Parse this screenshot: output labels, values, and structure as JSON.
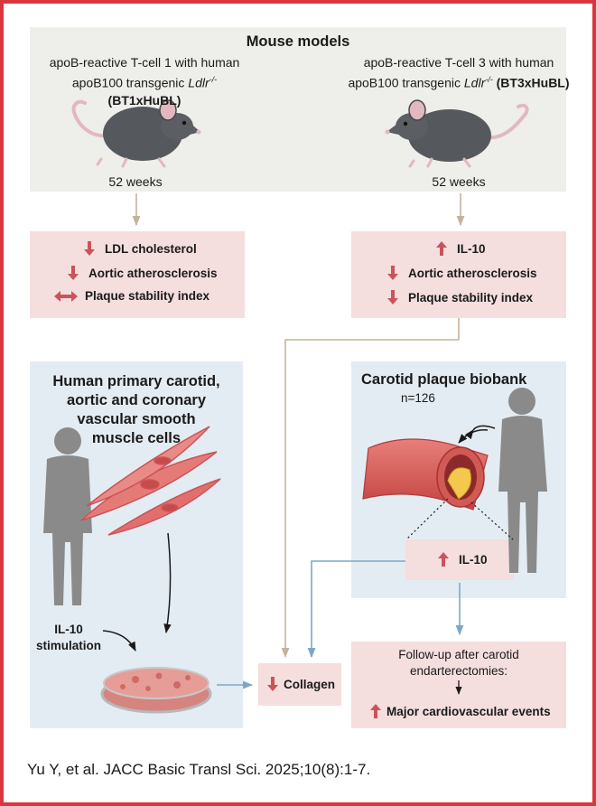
{
  "mouse_models": {
    "title": "Mouse models",
    "left": {
      "line1": "apoB-reactive T-cell 1 with human",
      "line2_prefix": "apoB100 transgenic ",
      "line2_gene": "Ldlr",
      "line2_sup": "-/-",
      "line2_code": "(BT1xHuBL)",
      "duration": "52 weeks",
      "results": [
        {
          "direction": "down",
          "label": "LDL cholesterol"
        },
        {
          "direction": "down",
          "label": "Aortic atherosclerosis"
        },
        {
          "direction": "both",
          "label": "Plaque stability index"
        }
      ]
    },
    "right": {
      "line1": "apoB-reactive T-cell 3 with human",
      "line2_prefix": "apoB100 transgenic ",
      "line2_gene": "Ldlr",
      "line2_sup": "-/-",
      "line2_code": "(BT3xHuBL)",
      "duration": "52 weeks",
      "results": [
        {
          "direction": "up",
          "label": "IL-10"
        },
        {
          "direction": "down",
          "label": "Aortic atherosclerosis"
        },
        {
          "direction": "down",
          "label": "Plaque stability index"
        }
      ]
    }
  },
  "human_cells": {
    "title_lines": [
      "Human primary carotid,",
      "aortic and coronary",
      "vascular smooth",
      "muscle cells"
    ],
    "stimulation_lines": [
      "IL-10",
      "stimulation"
    ]
  },
  "biobank": {
    "title": "Carotid plaque biobank",
    "n": "n=126",
    "finding": {
      "direction": "up",
      "label": "IL-10"
    }
  },
  "collagen": {
    "direction": "down",
    "label": "Collagen"
  },
  "followup": {
    "lines": [
      "Follow-up after carotid",
      "endarterectomies:"
    ],
    "result": {
      "direction": "up",
      "label": "Major cardiovascular events"
    }
  },
  "citation": "Yu Y, et al. JACC Basic Transl Sci. 2025;10(8):1-7.",
  "colors": {
    "frame": "#d9363e",
    "arrow_icon": "#c9545a",
    "tan_connector": "#c4b39c",
    "blue_connector": "#7fa6c6",
    "gray_panel": "#eeeeea",
    "blue_panel": "#e4ecf3",
    "pink_box": "#f4dede"
  }
}
